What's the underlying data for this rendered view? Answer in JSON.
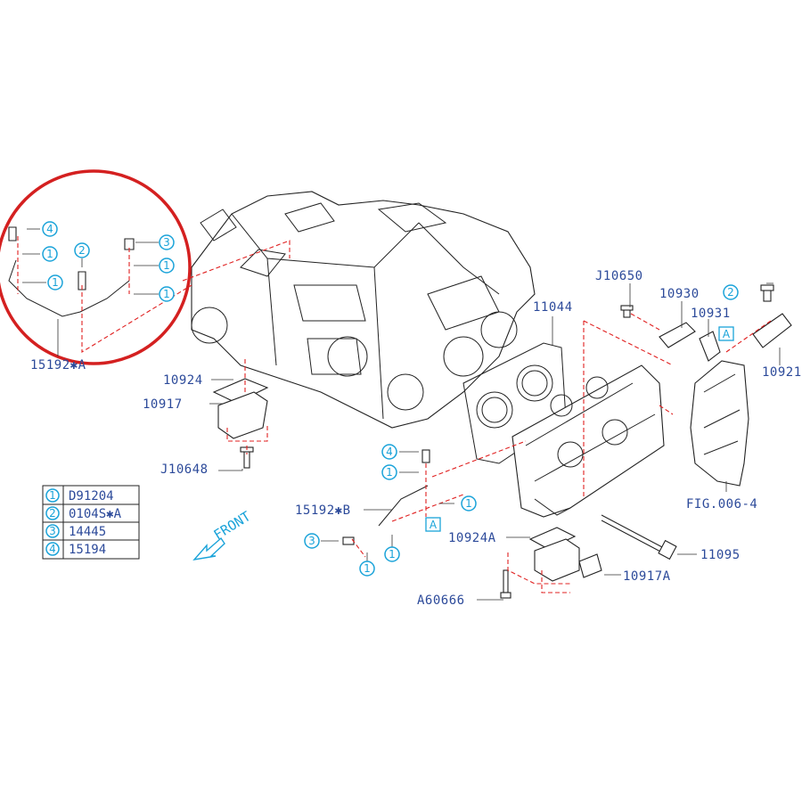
{
  "callout_numbers": [
    "1",
    "2",
    "3",
    "4"
  ],
  "box_label": "A",
  "part_labels": {
    "p15192A": "15192✱A",
    "p15192B": "15192✱B",
    "p10924": "10924",
    "p10917": "10917",
    "pJ10648": "J10648",
    "pJ10650": "J10650",
    "p10930": "10930",
    "p10931": "10931",
    "p10921": "10921",
    "p11044": "11044",
    "p10924A": "10924A",
    "p11095": "11095",
    "p10917A": "10917A",
    "pA60666": "A60666",
    "pFIG": "FIG.006-4"
  },
  "legend": [
    {
      "num": "1",
      "part": "D91204"
    },
    {
      "num": "2",
      "part": "0104S✱A"
    },
    {
      "num": "3",
      "part": "14445"
    },
    {
      "num": "4",
      "part": "15194"
    }
  ],
  "front_label": "FRONT",
  "colors": {
    "label": "#2c4a9a",
    "callout": "#1aa3d9",
    "dashed_lines": "#e02020",
    "highlight_circle": "#d42020"
  }
}
